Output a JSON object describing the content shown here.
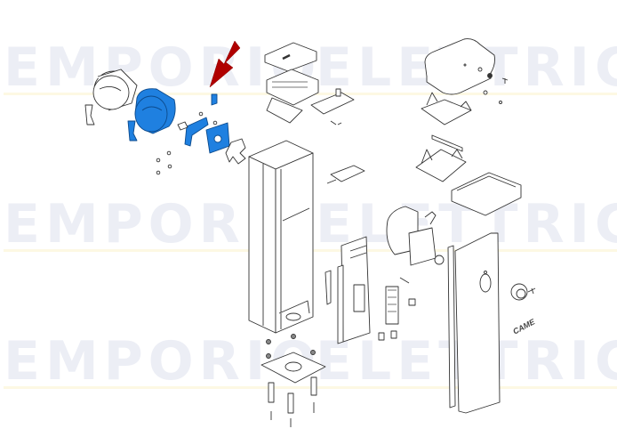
{
  "diagram": {
    "type": "exploded-parts-diagram",
    "subject": "Automatic road barrier cabinet (CAME)",
    "brand_label": "CAME",
    "highlight_color": "#1f80e0",
    "arrow_color": "#b00000",
    "line_color": "#333333"
  },
  "watermark": {
    "left_text": "EMPORIO",
    "right_text": "ELETTRICO",
    "rows": 3,
    "color": "#eceef5"
  },
  "highlighted_parts": [
    {
      "name": "Blue motor cover (cylindrical housing)"
    },
    {
      "name": "Blue mounting bracket"
    },
    {
      "name": "Blue clip"
    },
    {
      "name": "Blue small tab"
    }
  ],
  "parts": [
    "Outline motor cover (unhighlighted)",
    "Control board box with lid",
    "Electronic control board",
    "Top cover dome",
    "Support brackets",
    "Top frame",
    "Main column housing",
    "Gearmotor",
    "Power supply board",
    "Battery module",
    "Front door panel",
    "Lock cylinder",
    "Base anchor plate",
    "Foundation clamps and screws"
  ]
}
